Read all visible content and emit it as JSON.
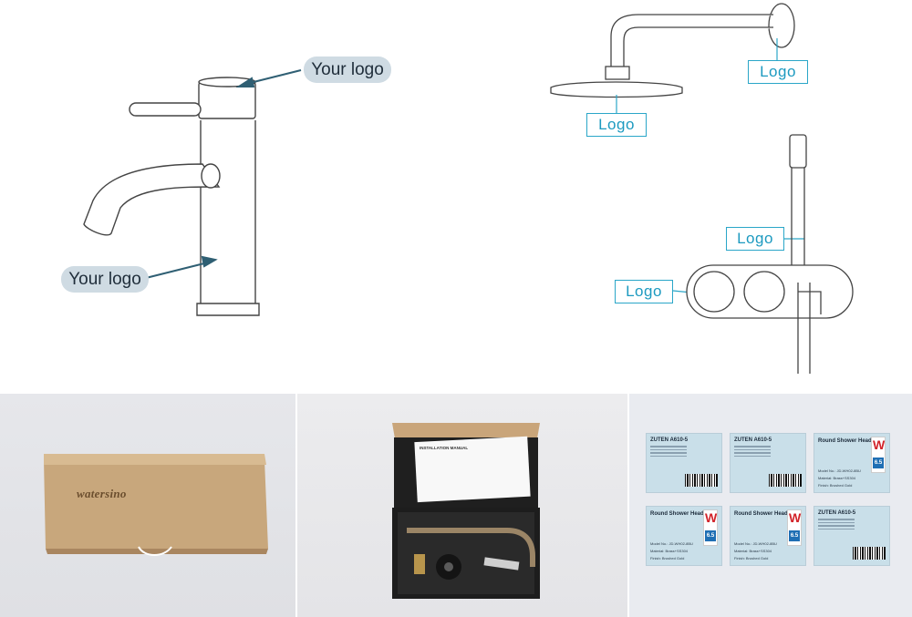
{
  "callouts": {
    "basin_logo_top": "Your logo",
    "basin_logo_body": "Your logo",
    "shower_arm_logo": "Logo",
    "shower_head_logo": "Logo",
    "handheld_logo": "Logo",
    "valve_logo": "Logo"
  },
  "photos": {
    "box_brand": "watersino",
    "manual_title": "INSTALLATION MANUAL",
    "labels": [
      {
        "title": "ZUTEN A610-5",
        "kind": "text"
      },
      {
        "title": "ZUTEN A610-5",
        "kind": "text"
      },
      {
        "title": "Round Shower Head",
        "kind": "spec",
        "model": "Model No.: JD-WH02-8BU",
        "material": "Material: Brass+SS304",
        "finish": "Finish: Brushed Gold"
      },
      {
        "title": "Round Shower Head",
        "kind": "spec",
        "model": "Model No.: JD-WH02-8BU",
        "material": "Material: Brass+SS304",
        "finish": "Finish: Brushed Gold"
      },
      {
        "title": "Round Shower Head",
        "kind": "spec",
        "model": "Model No.: JD-WH02-8BU",
        "material": "Material: Brass+SS304",
        "finish": "Finish: Brushed Gold"
      },
      {
        "title": "ZUTEN A610-5",
        "kind": "text"
      }
    ],
    "watermark_letter": "W",
    "star_rating": "6.5"
  },
  "colors": {
    "callout_pill_bg": "#cfdbe3",
    "logo_box_border": "#2aa6c8",
    "arrow_color": "#2f5f73",
    "kraft_box": "#c6a47a"
  }
}
